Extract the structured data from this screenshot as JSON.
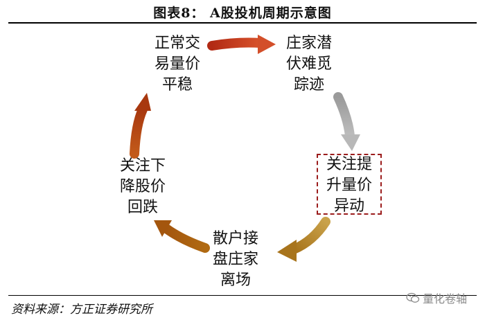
{
  "title": "图表8： A股投机周期示意图",
  "nodes": {
    "n1": [
      "正常交",
      "易量价",
      "平稳"
    ],
    "n2": [
      "庄家潜",
      "伏难觅",
      "踪迹"
    ],
    "n3": [
      "关注提",
      "升量价",
      "异动"
    ],
    "n4": [
      "散户接",
      "盘庄家",
      "离场"
    ],
    "n5": [
      "关注下",
      "降股价",
      "回跌"
    ]
  },
  "source": "资料来源：方正证券研究所",
  "watermark": {
    "text": "量化卷轴",
    "icon": "wechat-icon"
  },
  "colors": {
    "arrow_red": "#c0331a",
    "arrow_gray": "#a8a8a8",
    "arrow_gold": "#b8862b",
    "arrow_brown": "#a8600e",
    "arrow_orange": "#c0531a",
    "highlight_border": "#9b1c1c"
  }
}
